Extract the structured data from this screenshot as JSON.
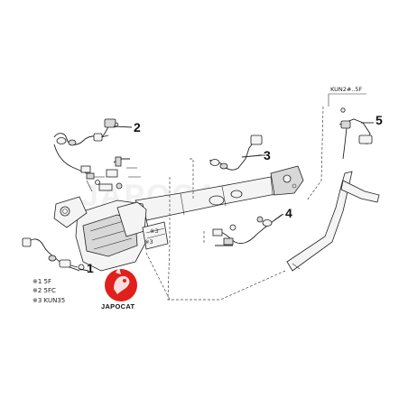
{
  "callouts": [
    "1",
    "2",
    "3",
    "4",
    "5"
  ],
  "notes": {
    "note1": "※1 5F",
    "note2": "※2 5FC",
    "note3": "※3 KUN35"
  },
  "inline_marks": {
    "mark3_a": "※3",
    "mark3_b": "※3"
  },
  "inset_label": "KUN2#..5F",
  "logo": {
    "text": "JAPOCAT",
    "color": "#e0201b"
  },
  "watermark_text": "JAPOCAT"
}
